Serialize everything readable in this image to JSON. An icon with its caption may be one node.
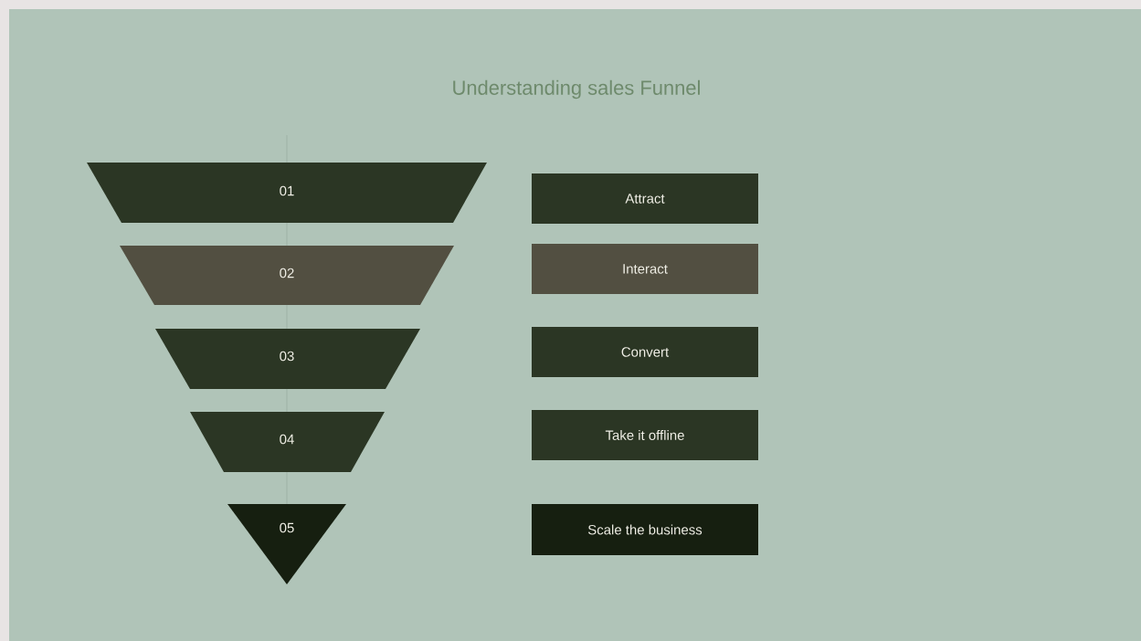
{
  "diagram": {
    "title": "Understanding  sales Funnel",
    "nodes": [
      {
        "text": [
          "01"
        ]
      },
      {
        "text": [
          "02"
        ]
      },
      {
        "text": [
          "03"
        ]
      },
      {
        "text": [
          "04"
        ]
      },
      {
        "text": [
          "05"
        ]
      },
      {
        "text": [
          "Attract"
        ]
      },
      {
        "text": [
          "Interact"
        ]
      },
      {
        "text": [
          "Convert"
        ]
      },
      {
        "text": [
          "Take it offline"
        ]
      },
      {
        "text": [
          "Scale the business"
        ]
      }
    ]
  }
}
